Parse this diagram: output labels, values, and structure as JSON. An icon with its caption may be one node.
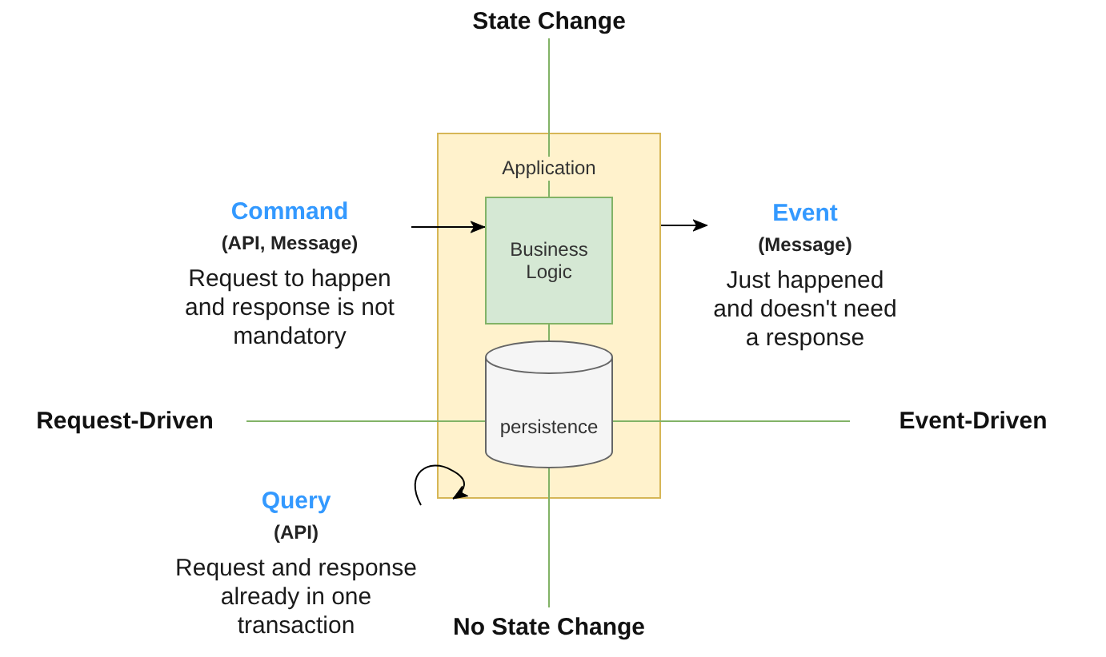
{
  "diagram": {
    "nodes": [
      {
        "text": [
          "Application"
        ]
      },
      {
        "text": [
          "Command",
          "(API, Message)",
          "Request to happen and response is not mandatory"
        ]
      },
      {
        "text": [
          "Business Logic"
        ],
        "in": 0
      },
      {
        "text": [
          "Event",
          "(Message)",
          "Just happened and doesn't need a response"
        ]
      },
      {
        "text": [
          "persistence"
        ],
        "in": 0
      },
      {
        "text": [
          "Query",
          "(API)",
          "Request and response already in one transaction"
        ]
      }
    ],
    "edges": [
      {
        "from": 1,
        "to": 2,
        "arrow": "to"
      },
      {
        "from": 0,
        "to": 3,
        "arrow": "to"
      },
      {
        "from": 5,
        "to": 0,
        "arrow": "to"
      }
    ],
    "labels": [
      "State Change",
      "Request-Driven",
      "Event-Driven",
      "No State Change"
    ]
  }
}
